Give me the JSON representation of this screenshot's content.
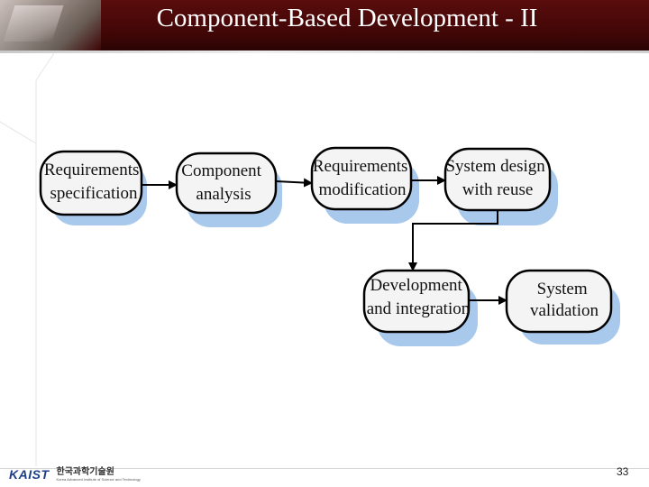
{
  "slide": {
    "title": "Component-Based Development - II",
    "page_number": "33"
  },
  "diagram": {
    "nodes": [
      {
        "id": "req-spec",
        "lines": [
          "Requirements",
          "specification"
        ]
      },
      {
        "id": "comp-analysis",
        "lines": [
          "Component",
          "analysis"
        ]
      },
      {
        "id": "req-mod",
        "lines": [
          "Requirements",
          "modification"
        ]
      },
      {
        "id": "sys-design",
        "lines": [
          "System design",
          "with reuse"
        ]
      },
      {
        "id": "dev-integ",
        "lines": [
          "Development",
          "and integration"
        ]
      },
      {
        "id": "sys-valid",
        "lines": [
          "System",
          "validation"
        ]
      }
    ],
    "edges": [
      {
        "from": "req-spec",
        "to": "comp-analysis"
      },
      {
        "from": "comp-analysis",
        "to": "req-mod"
      },
      {
        "from": "req-mod",
        "to": "sys-design"
      },
      {
        "from": "sys-design",
        "to": "dev-integ"
      },
      {
        "from": "dev-integ",
        "to": "sys-valid"
      }
    ]
  },
  "footer": {
    "logo_text": "KAIST",
    "institute_korean": "한국과학기술원",
    "institute_english": "Korea Advanced Institute of Science and Technology"
  },
  "colors": {
    "title_bg": "#4a0808",
    "node_shadow": "#a9c9ec",
    "node_fill": "#f4f4f4",
    "node_border": "#000000"
  }
}
